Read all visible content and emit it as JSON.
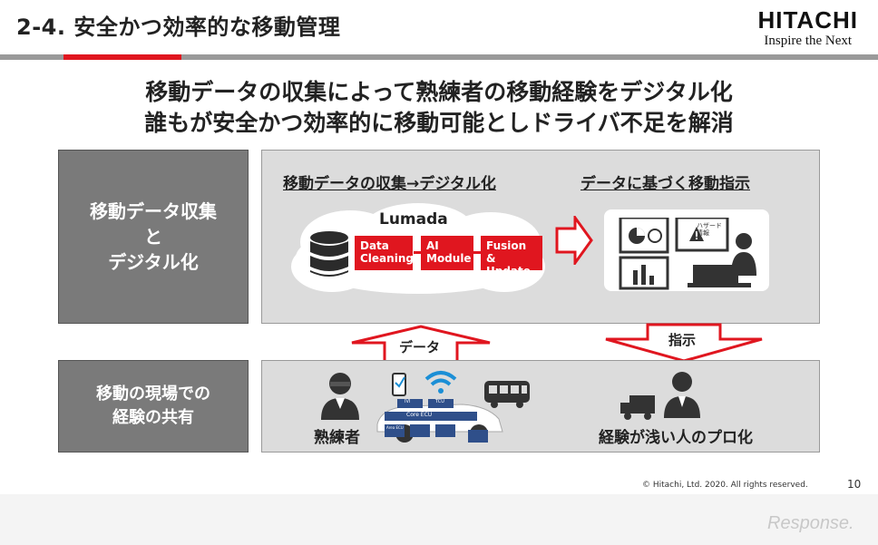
{
  "header": {
    "title": "2-4. 安全かつ効率的な移動管理"
  },
  "logo": {
    "name": "HITACHI",
    "tagline": "Inspire the Next"
  },
  "headline": {
    "line1": "移動データの収集によって熟練者の移動経験をデジタル化",
    "line2": "誰もが安全かつ効率的に移動可能としドライバ不足を解消"
  },
  "top_section": {
    "left_label_1": "移動データ収集",
    "left_label_2": "と",
    "left_label_3": "デジタル化",
    "sub_left": "移動データの収集→デジタル化",
    "sub_right": "データに基づく移動指示",
    "cloud_label": "Lumada",
    "boxes": [
      {
        "line1": "Data",
        "line2": "Cleaning"
      },
      {
        "line1": "AI",
        "line2": "Module"
      },
      {
        "line1": "Fusion &",
        "line2": "Update"
      }
    ],
    "hazard_label_1": "ハザード",
    "hazard_label_2": "情報"
  },
  "arrows": {
    "up_label": "データ",
    "down_label": "指示"
  },
  "bottom_section": {
    "left_label_1": "移動の現場での",
    "left_label_2": "経験の共有",
    "expert": "熟練者",
    "novice": "経験が浅い人のプロ化",
    "car_labels": {
      "ivi": "IVI",
      "tcu": "TCU",
      "core": "Core ECU",
      "area": "Area ECU"
    }
  },
  "footer": {
    "copyright": "© Hitachi, Ltd. 2020. All rights reserved.",
    "page": "10",
    "watermark": "Response."
  },
  "colors": {
    "accent": "#e0161f",
    "panel": "#dcdcdc",
    "dark": "#333333"
  }
}
